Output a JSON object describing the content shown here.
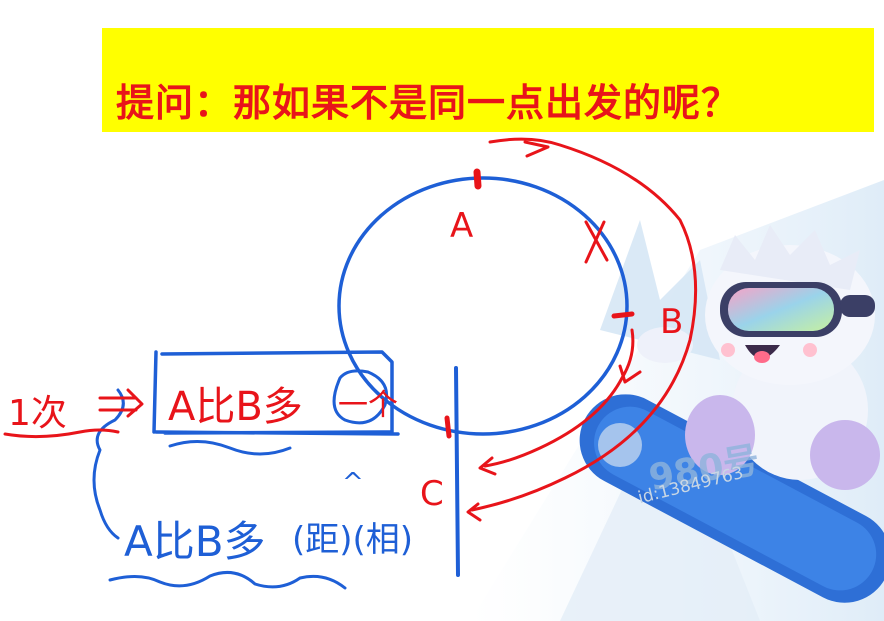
{
  "banner": {
    "question": "提问：那如果不是同一点出发的呢？"
  },
  "points": {
    "a": "A",
    "b": "B",
    "c": "C"
  },
  "notes": {
    "line1_left": "1次",
    "line1_boxed": "A比B多",
    "line1_circled": "一个",
    "line2": "A比B多",
    "line2_gap": "^",
    "line2_tail": "(距)(相)"
  },
  "watermark": {
    "id": "id:13849763",
    "brand": "980号"
  },
  "colors": {
    "banner": "#ffff00",
    "ink_red": "#e8141a",
    "ink_blue": "#1e5fd6"
  }
}
